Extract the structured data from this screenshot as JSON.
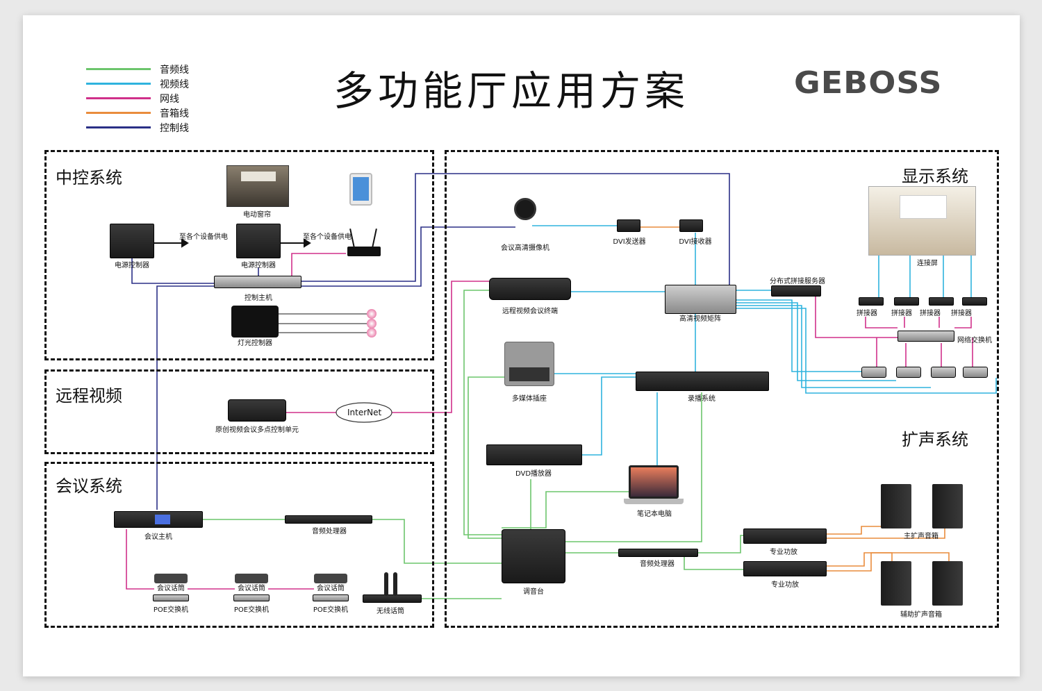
{
  "title": "多功能厅应用方案",
  "logo": "GEBOSS",
  "legend": [
    {
      "label": "音频线",
      "color": "#6cc56c"
    },
    {
      "label": "视频线",
      "color": "#2fb3de"
    },
    {
      "label": "网线",
      "color": "#d0308a"
    },
    {
      "label": "音箱线",
      "color": "#e98c3c"
    },
    {
      "label": "控制线",
      "color": "#2a2f86"
    }
  ],
  "sections": {
    "central": "中控系统",
    "remote": "远程视频",
    "meeting": "会议系统",
    "display": "显示系统",
    "audio": "扩声系统"
  },
  "devices": {
    "curtain": "电动窗帘",
    "power1": "电源控制器",
    "power2": "电源控制器",
    "supply1": "至各个设备供电",
    "supply2": "至各个设备供电",
    "host": "控制主机",
    "light": "灯光控制器",
    "mcu": "原创视频会议多点控制单元",
    "internet": "InterNet",
    "meeting_host": "会议主机",
    "audio_proc1": "音频处理器",
    "mic1": "会议话筒",
    "mic2": "会议话筒",
    "mic3": "会议话筒",
    "poe1": "POE交换机",
    "poe2": "POE交换机",
    "poe3": "POE交换机",
    "wireless": "无线话筒",
    "camera": "会议高清摄像机",
    "dvi_tx": "DVI发送器",
    "dvi_rx": "DVI接收器",
    "video_terminal": "远程视频会议终端",
    "matrix": "高清视频矩阵",
    "splice_server": "分布式拼接服务器",
    "screen": "连接屏",
    "splicer1": "拼接器",
    "splicer2": "拼接器",
    "splicer3": "拼接器",
    "splicer4": "拼接器",
    "net_switch": "网络交换机",
    "media_socket": "多媒体插座",
    "recorder": "录播系统",
    "dvd": "DVD播放器",
    "laptop": "笔记本电脑",
    "mixer": "调音台",
    "audio_proc2": "音频处理器",
    "amp1": "专业功放",
    "amp2": "专业功放",
    "main_spk": "主扩声音箱",
    "aux_spk": "辅助扩声音箱"
  }
}
